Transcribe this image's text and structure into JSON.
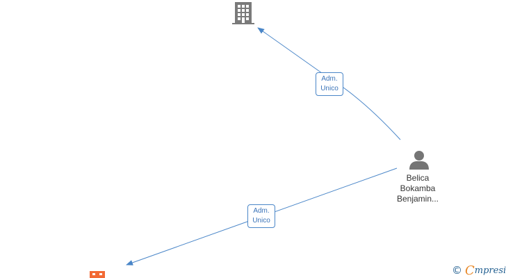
{
  "diagram": {
    "person": {
      "name_lines": [
        "Belica",
        "Bokamba",
        "Benjamin..."
      ],
      "icon": "person-icon",
      "color": "#757575"
    },
    "companies": [
      {
        "icon": "building-icon",
        "color": "#7a7a7a"
      },
      {
        "icon": "building-icon",
        "color": "#f26a35"
      }
    ],
    "relations": [
      {
        "line1": "Adm.",
        "line2": "Unico"
      },
      {
        "line1": "Adm.",
        "line2": "Unico"
      }
    ],
    "edge_color": "#4a86c8"
  },
  "watermark": {
    "copyright": "©",
    "brand_first": "C",
    "brand_rest": "mpresia"
  }
}
